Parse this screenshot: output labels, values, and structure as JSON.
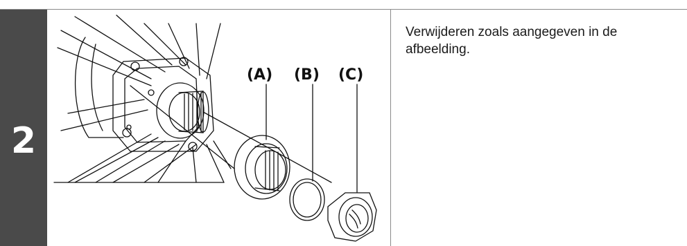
{
  "step": {
    "number": "2"
  },
  "figure": {
    "callouts": {
      "a": "(A)",
      "b": "(B)",
      "c": "(C)"
    }
  },
  "instruction": {
    "text": "Verwijderen zoals aangegeven in de afbeelding."
  }
}
